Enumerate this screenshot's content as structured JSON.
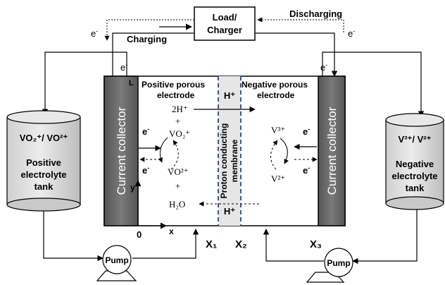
{
  "load": {
    "line1": "Load/",
    "line2": "Charger"
  },
  "flow": {
    "charging": "Charging",
    "discharging": "Discharging"
  },
  "electron": {
    "base": "e",
    "sup": "-"
  },
  "positive_tank": {
    "species": "VO₂⁺/ VO²⁺",
    "line1": "Positive",
    "line2": "electrolyte",
    "line3": "tank"
  },
  "negative_tank": {
    "species": "V³⁺/ V²⁺",
    "line1": "Negative",
    "line2": "electrolyte",
    "line3": "tank"
  },
  "current_collector": "Current collector",
  "positive_electrode": {
    "line1": "Positive porous",
    "line2": "electrode"
  },
  "negative_electrode": {
    "line1": "Negative porous",
    "line2": "electrode"
  },
  "membrane": {
    "line1": "Proton conducting",
    "line2": "membrane"
  },
  "proton": "H⁺",
  "reactions": {
    "h2": "2H⁺",
    "plus": "+",
    "vo2": "VO₂⁺",
    "vo2plus": "VO²⁺",
    "h2o": "H₂O",
    "v3": "V³⁺",
    "v2": "V²⁺"
  },
  "axes": {
    "L": "L",
    "y": "y",
    "x": "x",
    "origin": "0",
    "x1": "X₁",
    "x2": "X₂",
    "x3": "X₃"
  },
  "pump_label": "Pump"
}
